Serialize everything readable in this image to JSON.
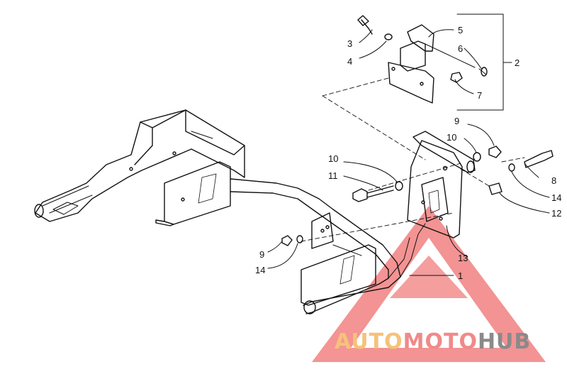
{
  "callouts": [
    {
      "id": "c1",
      "text": "1"
    },
    {
      "id": "c2",
      "text": "2"
    },
    {
      "id": "c3",
      "text": "3"
    },
    {
      "id": "c4",
      "text": "4"
    },
    {
      "id": "c5",
      "text": "5"
    },
    {
      "id": "c6",
      "text": "6"
    },
    {
      "id": "c7",
      "text": "7"
    },
    {
      "id": "c8",
      "text": "8"
    },
    {
      "id": "c9a",
      "text": "9"
    },
    {
      "id": "c9b",
      "text": "9"
    },
    {
      "id": "c10a",
      "text": "10"
    },
    {
      "id": "c10b",
      "text": "10"
    },
    {
      "id": "c11",
      "text": "11"
    },
    {
      "id": "c12",
      "text": "12"
    },
    {
      "id": "c13",
      "text": "13"
    },
    {
      "id": "c14a",
      "text": "14"
    },
    {
      "id": "c14b",
      "text": "14"
    }
  ],
  "watermark": {
    "part1": "AUTO",
    "part2": "MOTO",
    "part3": "HUB",
    "colors": {
      "triangle": "#f07070",
      "auto": "#f5c27a",
      "moto": "#f08a8a",
      "hub": "#8a8a8a"
    }
  }
}
